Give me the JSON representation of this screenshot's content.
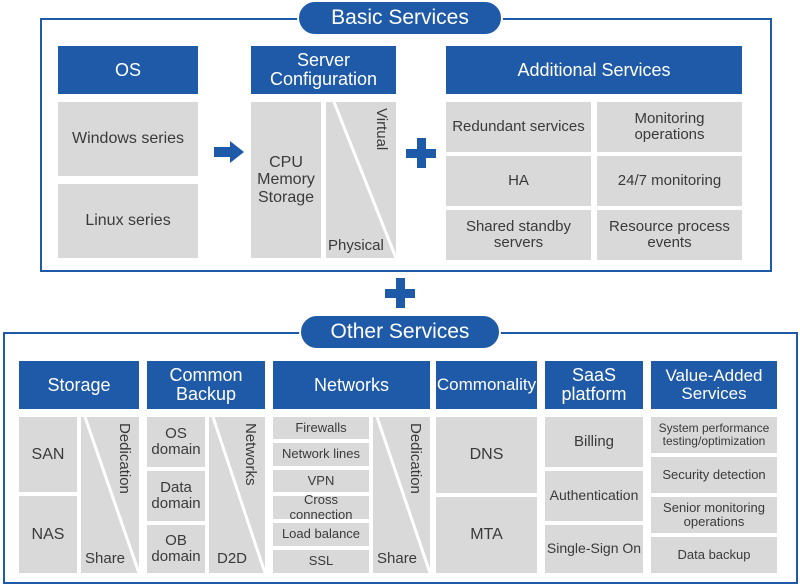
{
  "basic": {
    "title": "Basic Services",
    "os": {
      "header": "OS",
      "items": [
        "Windows series",
        "Linux series"
      ]
    },
    "server": {
      "header": "Server Configuration",
      "specs": "CPU\nMemory\nStorage",
      "virtual": "Virtual",
      "physical": "Physical"
    },
    "additional": {
      "header": "Additional Services",
      "items": [
        "Redundant services",
        "Monitoring operations",
        "HA",
        "24/7 monitoring",
        "Shared standby servers",
        "Resource process events"
      ]
    }
  },
  "other": {
    "title": "Other Services",
    "storage": {
      "header": "Storage",
      "items": [
        "SAN",
        "NAS"
      ],
      "dedication": "Dedication",
      "share": "Share"
    },
    "backup": {
      "header": "Common Backup",
      "items": [
        "OS domain",
        "Data domain",
        "OB domain"
      ],
      "networks": "Networks",
      "d2d": "D2D"
    },
    "networks": {
      "header": "Networks",
      "items": [
        "Firewalls",
        "Network lines",
        "VPN",
        "Cross connection",
        "Load balance",
        "SSL"
      ],
      "dedication": "Dedication",
      "share": "Share"
    },
    "commonality": {
      "header": "Commonality",
      "items": [
        "DNS",
        "MTA"
      ]
    },
    "saas": {
      "header": "SaaS platform",
      "items": [
        "Billing",
        "Authentication",
        "Single-Sign On"
      ]
    },
    "value_added": {
      "header": "Value-Added Services",
      "items": [
        "System performance testing/optimization",
        "Security detection",
        "Senior monitoring operations",
        "Data backup"
      ]
    }
  },
  "colors": {
    "primary": "#1f5aa8",
    "cell": "#d9d9d9",
    "text": "#3a3a3a"
  }
}
